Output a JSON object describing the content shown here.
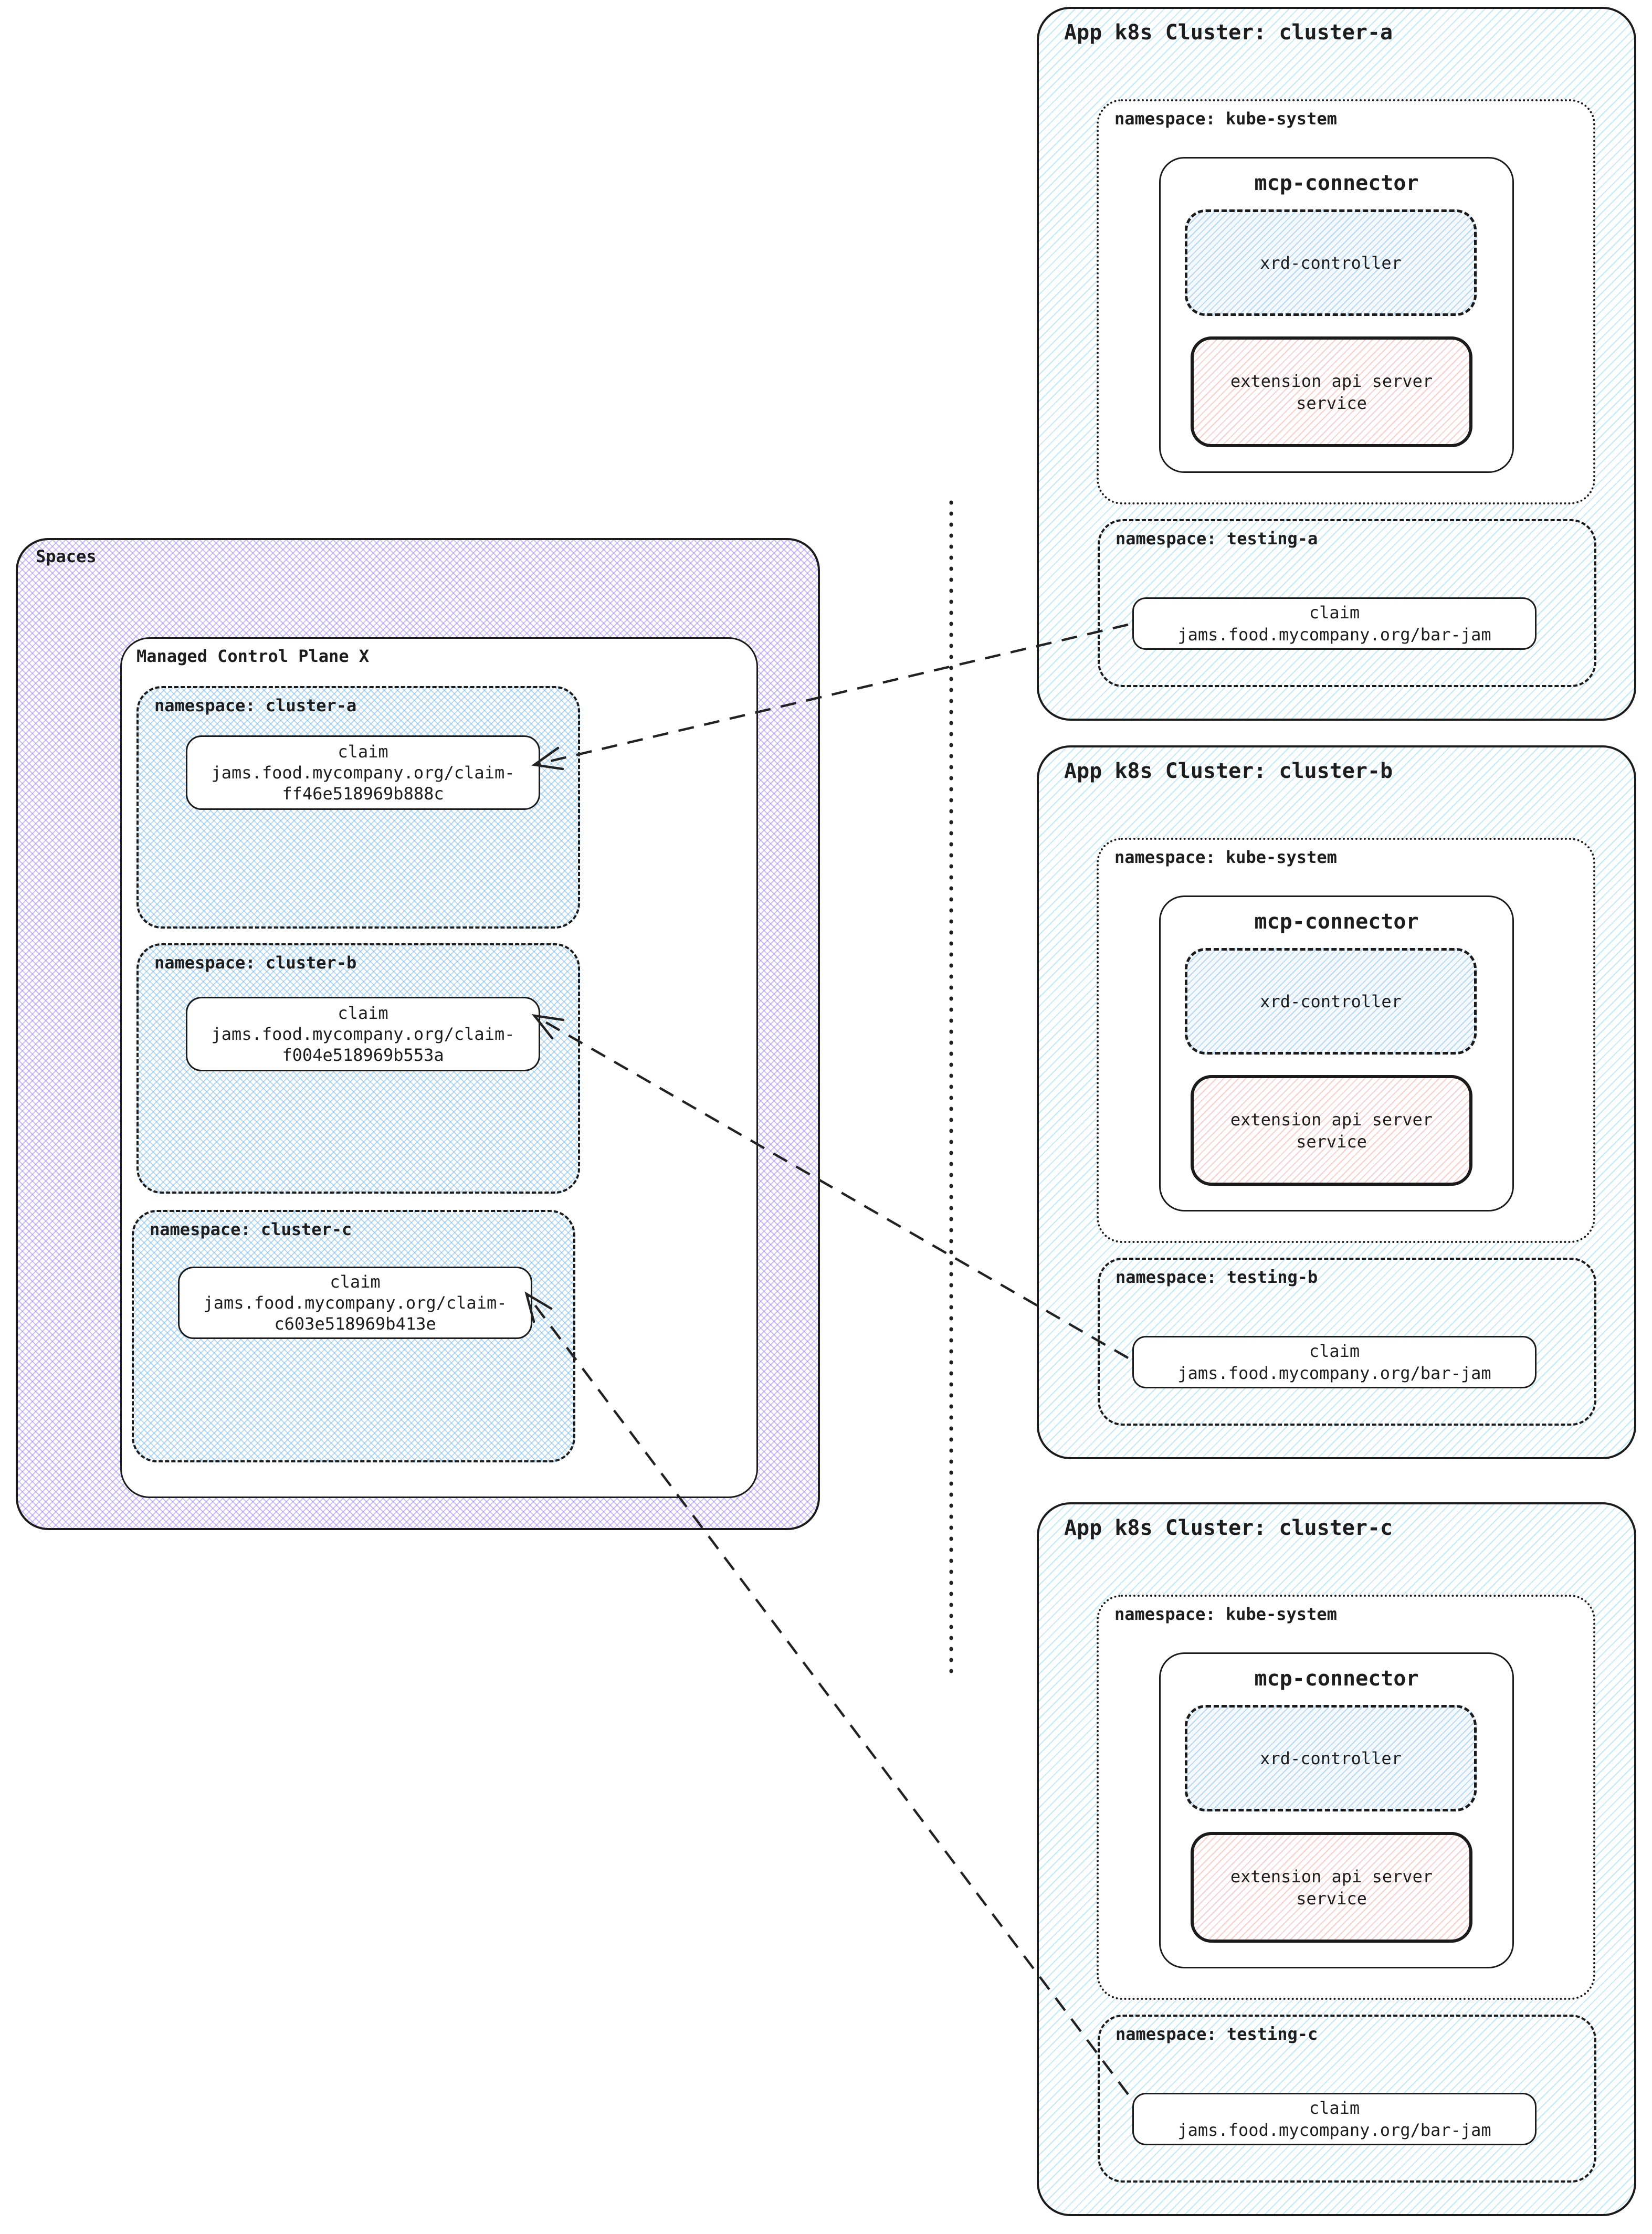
{
  "colors": {
    "spaces_hatch": "#9580ee",
    "namespace_hatch": "#7cbae9",
    "cluster_hatch": "#6ecbeb",
    "xrd_hatch": "#80b6e8",
    "ext_api_hatch": "#e8928c",
    "stroke": "#1b1b1b"
  },
  "spaces": {
    "title": "Spaces",
    "mcp": {
      "title": "Managed Control Plane X",
      "namespaces": [
        {
          "label": "namespace: cluster-a",
          "claim": {
            "title": "claim",
            "line1": "jams.food.mycompany.org/claim-",
            "line2": "ff46e518969b888c"
          }
        },
        {
          "label": "namespace: cluster-b",
          "claim": {
            "title": "claim",
            "line1": "jams.food.mycompany.org/claim-",
            "line2": "f004e518969b553a"
          }
        },
        {
          "label": "namespace: cluster-c",
          "claim": {
            "title": "claim",
            "line1": "jams.food.mycompany.org/claim-",
            "line2": "c603e518969b413e"
          }
        }
      ]
    }
  },
  "clusters": [
    {
      "title": "App k8s Cluster: cluster-a",
      "kube_system": {
        "label": "namespace: kube-system",
        "mcp_connector": {
          "title": "mcp-connector",
          "xrd_controller": "xrd-controller",
          "ext_api": {
            "line1": "extension api server",
            "line2": "service"
          }
        }
      },
      "testing": {
        "label": "namespace: testing-a",
        "claim": {
          "title": "claim",
          "name": "jams.food.mycompany.org/bar-jam"
        }
      }
    },
    {
      "title": "App k8s Cluster: cluster-b",
      "kube_system": {
        "label": "namespace: kube-system",
        "mcp_connector": {
          "title": "mcp-connector",
          "xrd_controller": "xrd-controller",
          "ext_api": {
            "line1": "extension api server",
            "line2": "service"
          }
        }
      },
      "testing": {
        "label": "namespace: testing-b",
        "claim": {
          "title": "claim",
          "name": "jams.food.mycompany.org/bar-jam"
        }
      }
    },
    {
      "title": "App k8s Cluster: cluster-c",
      "kube_system": {
        "label": "namespace: kube-system",
        "mcp_connector": {
          "title": "mcp-connector",
          "xrd_controller": "xrd-controller",
          "ext_api": {
            "line1": "extension api server",
            "line2": "service"
          }
        }
      },
      "testing": {
        "label": "namespace: testing-c",
        "claim": {
          "title": "claim",
          "name": "jams.food.mycompany.org/bar-jam"
        }
      }
    }
  ],
  "connections": [
    {
      "from": "cluster-a testing claim jams.food.mycompany.org/bar-jam",
      "to": "mcp namespace cluster-a claim-ff46e518969b888c",
      "style": "dashed-arrow"
    },
    {
      "from": "cluster-b testing claim jams.food.mycompany.org/bar-jam",
      "to": "mcp namespace cluster-b claim-f004e518969b553a",
      "style": "dashed-arrow"
    },
    {
      "from": "cluster-c testing claim jams.food.mycompany.org/bar-jam",
      "to": "mcp namespace cluster-c claim-c603e518969b413e",
      "style": "dashed-arrow"
    }
  ]
}
